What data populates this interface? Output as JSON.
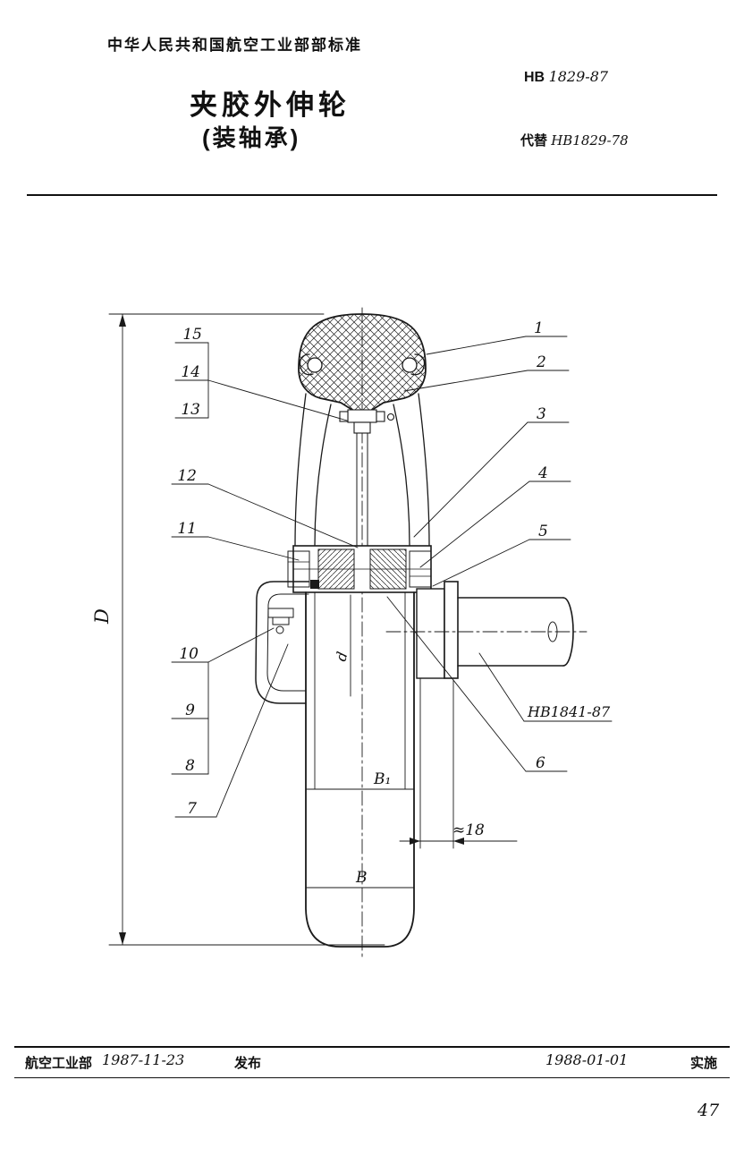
{
  "header": {
    "org": "中华人民共和国航空工业部部标准",
    "std_prefix": "HB",
    "std_number": "1829-87",
    "title": "夹胶外伸轮",
    "subtitle": "(装轴承)",
    "supersedes_label": "代替",
    "supersedes_code": "HB1829-78"
  },
  "drawing": {
    "callouts_right": [
      "1",
      "2",
      "3",
      "4",
      "5",
      "6"
    ],
    "callouts_left": [
      "15",
      "14",
      "13",
      "12",
      "11",
      "10",
      "9",
      "8",
      "7"
    ],
    "dims": {
      "D": "D",
      "d": "d",
      "B1": "B₁",
      "B": "B",
      "offset": "≈18"
    },
    "ref_code": "HB1841-87"
  },
  "footer": {
    "org": "航空工业部",
    "issue_date": "1987-11-23",
    "issue_label": "发布",
    "effective_date": "1988-01-01",
    "effective_label": "实施",
    "page_number": "47"
  }
}
